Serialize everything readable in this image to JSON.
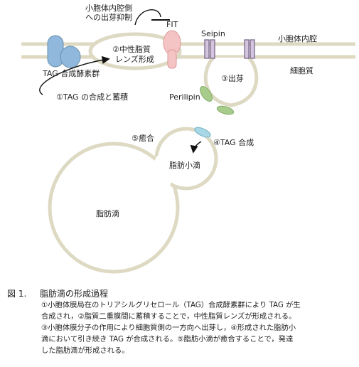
{
  "diagram": {
    "labels": {
      "inhibition": [
        "小胞体内腔側",
        "への出芽抑制"
      ],
      "fit": "FIT",
      "seipin": "Seipin",
      "er_lumen": "小胞体内腔",
      "cytoplasm": "細胞質",
      "lens": [
        "②中性脂質",
        "レンズ形成"
      ],
      "tag_enzymes": "TAG 合成酵素群",
      "step1": "①TAG の合成と蓄積",
      "budding": "③出芽",
      "perilipin": "Perilipin",
      "fusion": "⑤癒合",
      "step4": "④TAG 合成",
      "small_droplet": "脂肪小滴",
      "large_droplet": "脂肪滴"
    },
    "colors": {
      "membrane": "#ddd9c2",
      "tag_enzyme": "#8fb8dc",
      "fit": "#f4c4c4",
      "seipin": "#d4c4de",
      "perilipin": "#a8cc8c",
      "tag_synth": "#a8d8e6"
    }
  },
  "caption": {
    "figure_number": "図 1.",
    "title": "脂肪滴の形成過程",
    "lines": [
      "①小胞体膜局在のトリアシルグリセロール（TAG）合成酵素群により TAG が生",
      "合成され，②脂質二重膜間に蓄積することで，中性脂質レンズが形成される。",
      "③小胞体膜分子の作用により細胞質側の一方向へ出芽し，④形成された脂肪小",
      "滴において引き続き TAG が合成される。⑤脂肪小滴が癒合することで，発達",
      "した脂肪滴が形成される。"
    ]
  }
}
